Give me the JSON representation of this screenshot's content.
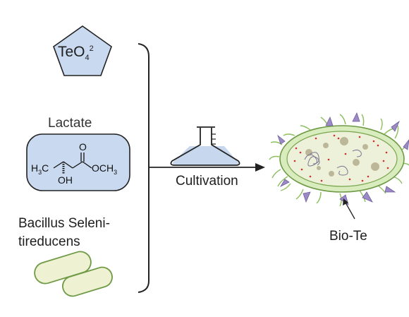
{
  "substrate": {
    "formula_main": "TeO",
    "formula_sub": "4",
    "formula_sup": "2"
  },
  "lactate": {
    "label": "Lactate",
    "atoms": {
      "h3c": "H",
      "h3c_sub": "3",
      "h3c_c": "C",
      "o_top": "O",
      "och3": "OCH",
      "och3_sub": "3",
      "oh": "OH"
    }
  },
  "bacteria": {
    "line1": "Bacillus Seleni-",
    "line2": "tireducens"
  },
  "process": {
    "label": "Cultivation"
  },
  "product": {
    "label": "Bio-Te"
  },
  "colors": {
    "shape_fill": "#c9d9ef",
    "flask_liquid": "#c6d7ee",
    "cell_outer": "#d8ecbe",
    "cell_inner": "#eef1d9",
    "crystal": "#9b8ac6",
    "flagella": "#8cbf5e",
    "red_dots": "#d2322d"
  }
}
